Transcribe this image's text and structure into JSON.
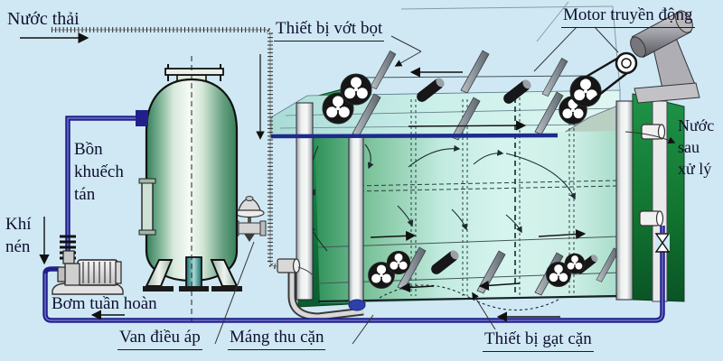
{
  "labels": {
    "wastewater": "Nước thải",
    "foam_skimmer": "Thiết bị vớt bọt",
    "drive_motor": "Motor truyền động",
    "diffusion_tank": "Bồn\nkhuếch\ntán",
    "compressed_air": "Khí\nnén",
    "circulation_pump": "Bơm tuần hoàn",
    "pressure_valve": "Van điều áp",
    "sludge_trough": "Máng thu cặn",
    "sludge_scraper": "Thiết bị gạt cặn",
    "treated_water": "Nước\nsau\nxử lý"
  },
  "colors": {
    "background": "#cfe8f4",
    "pipe_blue": "#20208c",
    "tank_green": "#1f8f45",
    "water_surface": "#cdf0ea",
    "label_text": "#0f0f2e"
  }
}
